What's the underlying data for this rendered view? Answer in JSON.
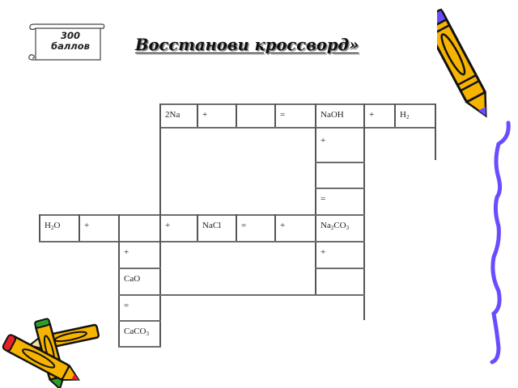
{
  "badge": {
    "line1": "300",
    "line2": "баллов"
  },
  "title": "Восстанови кроссворд»",
  "crossword": {
    "row1": [
      "2Na",
      "+",
      "",
      "=",
      "NaOH",
      "+",
      "H2"
    ],
    "naoh_column": [
      "NaOH",
      "+",
      "",
      "=",
      "Na2CO3",
      "+",
      ""
    ],
    "row2": [
      "H2O",
      "+",
      "",
      "+",
      "NaCl",
      "=",
      "+",
      "Na2CO3"
    ],
    "cao_column": [
      "+",
      "CaO",
      "=",
      "CaCO3"
    ],
    "cells": {
      "c_2na": "2Na",
      "c_plus1": "+",
      "c_blank1": "",
      "c_eq1": "=",
      "c_naoh": "NaOH",
      "c_plus2": "+",
      "c_h2": "H",
      "c_h2_sub": "2",
      "c_naoh_plus": "+",
      "c_naoh_eq": "=",
      "c_na2co3": "Na",
      "c_na2co3_sub1": "2",
      "c_na2co3_mid": "CO",
      "c_na2co3_sub2": "3",
      "c_na2co3_plus": "+",
      "c_h2o": "H",
      "c_h2o_sub": "2",
      "c_h2o_end": "O",
      "c_r2_plus1": "+",
      "c_r2_plus2": "+",
      "c_nacl": "NaCl",
      "c_r2_eq": "=",
      "c_r2_plus3": "+",
      "c_cao_plus": "+",
      "c_cao": "CaO",
      "c_cao_eq": "=",
      "c_caco3": "CaCO",
      "c_caco3_sub": "3"
    }
  },
  "colors": {
    "pencil_body": "#f6b400",
    "pencil_accent": "#6a4cff",
    "pencil_tip_red": "#e8202a",
    "pencil_tip_green": "#2aa02a",
    "grid_line": "#666666"
  }
}
